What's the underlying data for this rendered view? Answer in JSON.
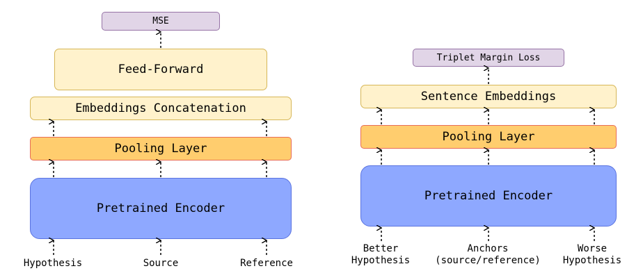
{
  "left": {
    "loss": "MSE",
    "feed_forward": "Feed-Forward",
    "concat": "Embeddings Concatenation",
    "pooling": "Pooling Layer",
    "encoder": "Pretrained Encoder",
    "inputs": [
      "Hypothesis",
      "Source",
      "Reference"
    ]
  },
  "right": {
    "loss": "Triplet Margin Loss",
    "embeddings": "Sentence Embeddings",
    "pooling": "Pooling Layer",
    "encoder": "Pretrained Encoder",
    "inputs": [
      {
        "line1": "Better",
        "line2": "Hypothesis"
      },
      {
        "line1": "Anchors",
        "line2": "(source/reference)"
      },
      {
        "line1": "Worse",
        "line2": "Hypothesis"
      }
    ]
  },
  "colors": {
    "loss_fill": "#e1d5e7",
    "layer_fill": "#fff2cc",
    "pooling_fill": "#ffcd6e",
    "encoder_fill": "#8ea8ff"
  }
}
